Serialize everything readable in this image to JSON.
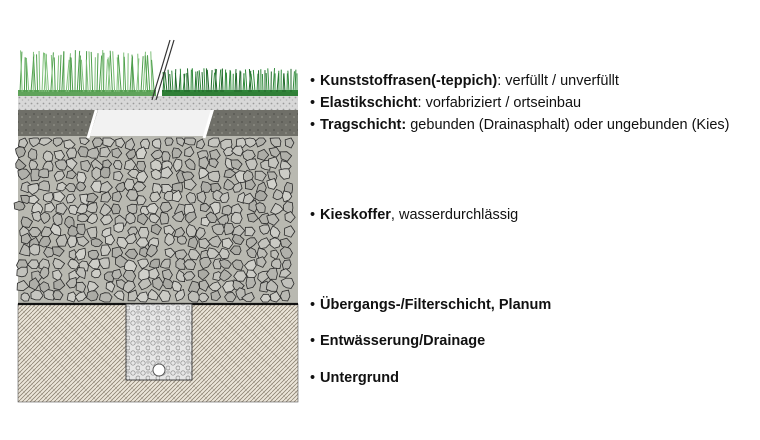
{
  "layers": [
    {
      "id": "turf",
      "bold": "Kunststoffrasen(-teppich)",
      "rest": ":  verfüllt / unverfüllt"
    },
    {
      "id": "elastic",
      "bold": "Elastikschicht",
      "rest": ":  vorfabriziert / ortseinbau"
    },
    {
      "id": "base",
      "bold": "Tragschicht:",
      "rest": "  gebunden (Drainasphalt) oder ungebunden (Kies)"
    },
    {
      "id": "gravel",
      "bold": "Kieskoffer",
      "rest": ",  wasserdurchlässig"
    },
    {
      "id": "filter",
      "bold": "Übergangs-/Filterschicht,  Planum",
      "rest": ""
    },
    {
      "id": "drain",
      "bold": "Entwässerung/Drainage",
      "rest": ""
    },
    {
      "id": "subsoil",
      "bold": "Untergrund",
      "rest": ""
    }
  ],
  "bullet": "•",
  "colors": {
    "turf_light": "#7fc07a",
    "turf_dark": "#2f8a3a",
    "elastic": "#dcdcdc",
    "base": "#77776f",
    "gravel": "#b8b8b0",
    "subsoil": "#e8e2d6",
    "outline": "#222222"
  }
}
